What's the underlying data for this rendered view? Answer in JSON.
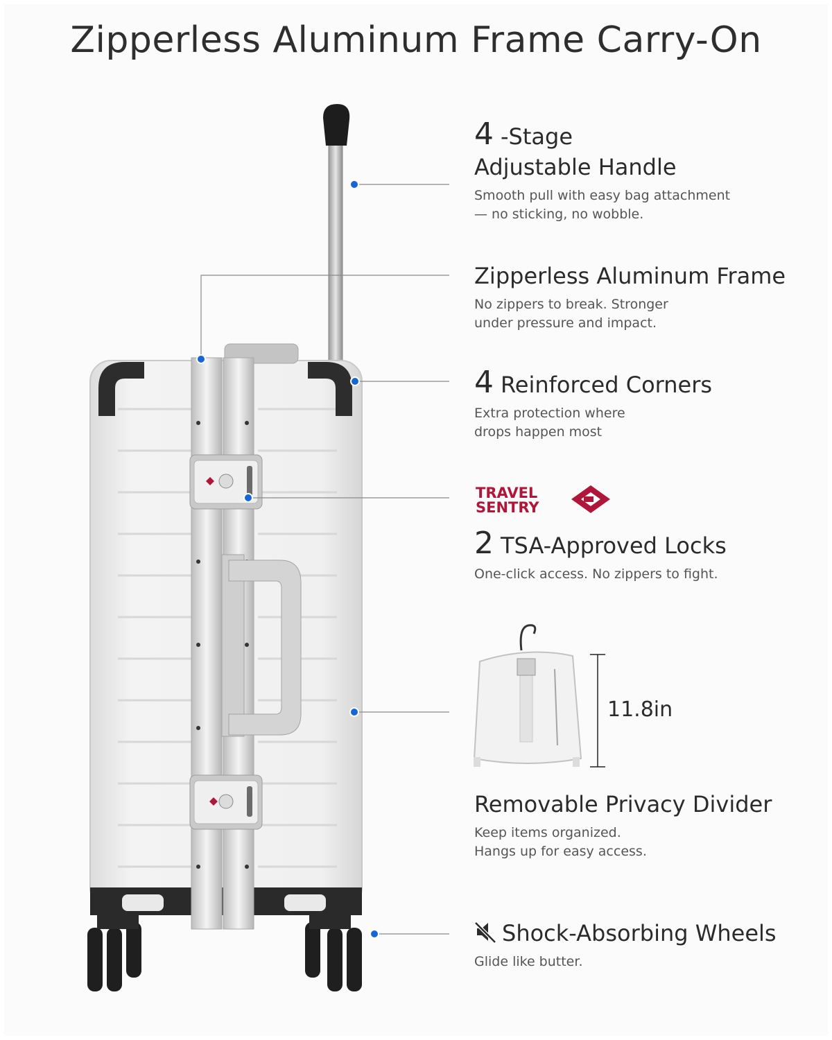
{
  "title": "Zipperless Aluminum Frame Carry-On",
  "colors": {
    "accent_dot": "#1565d8",
    "callout_line": "#8a8a8a",
    "travel_sentry_red": "#b0163a",
    "shell": "#ececec"
  },
  "features": {
    "handle": {
      "number": "4",
      "title_line1": "-Stage",
      "title_line2": "Adjustable Handle",
      "desc": [
        "Smooth pull with easy bag attachment",
        "— no sticking, no wobble."
      ]
    },
    "frame": {
      "title": "Zipperless Aluminum Frame",
      "desc": [
        "No zippers to break. Stronger",
        "under pressure and impact."
      ]
    },
    "corners": {
      "number": "4",
      "title": "Reinforced Corners",
      "desc": [
        "Extra protection where",
        "drops happen most"
      ]
    },
    "locks": {
      "logo_line1": "TRAVEL",
      "logo_line2": "SENTRY",
      "number": "2",
      "title": "TSA-Approved Locks",
      "desc": [
        "One-click access. No zippers to fight."
      ]
    },
    "divider": {
      "dimension": "11.8in",
      "title": "Removable Privacy Divider",
      "desc": [
        "Keep items organized.",
        "Hangs up for easy access."
      ]
    },
    "wheels": {
      "icon": "mute-speaker-icon",
      "title": "Shock-Absorbing Wheels",
      "desc": [
        "Glide like butter."
      ]
    }
  }
}
